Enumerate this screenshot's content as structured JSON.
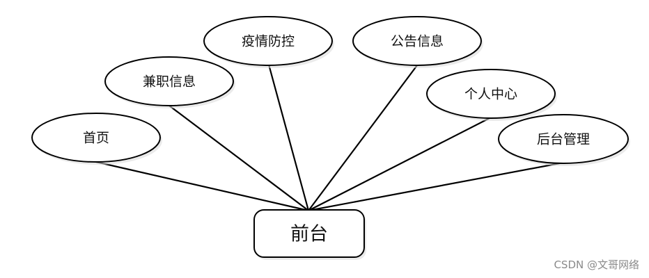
{
  "diagram": {
    "root": {
      "id": "root",
      "label": "前台"
    },
    "children": [
      {
        "id": "home",
        "label": "首页"
      },
      {
        "id": "jobs",
        "label": "兼职信息"
      },
      {
        "id": "epidemic",
        "label": "疫情防控"
      },
      {
        "id": "notice",
        "label": "公告信息"
      },
      {
        "id": "profile",
        "label": "个人中心"
      },
      {
        "id": "admin",
        "label": "后台管理"
      }
    ]
  },
  "watermark": "CSDN @文哥网络"
}
